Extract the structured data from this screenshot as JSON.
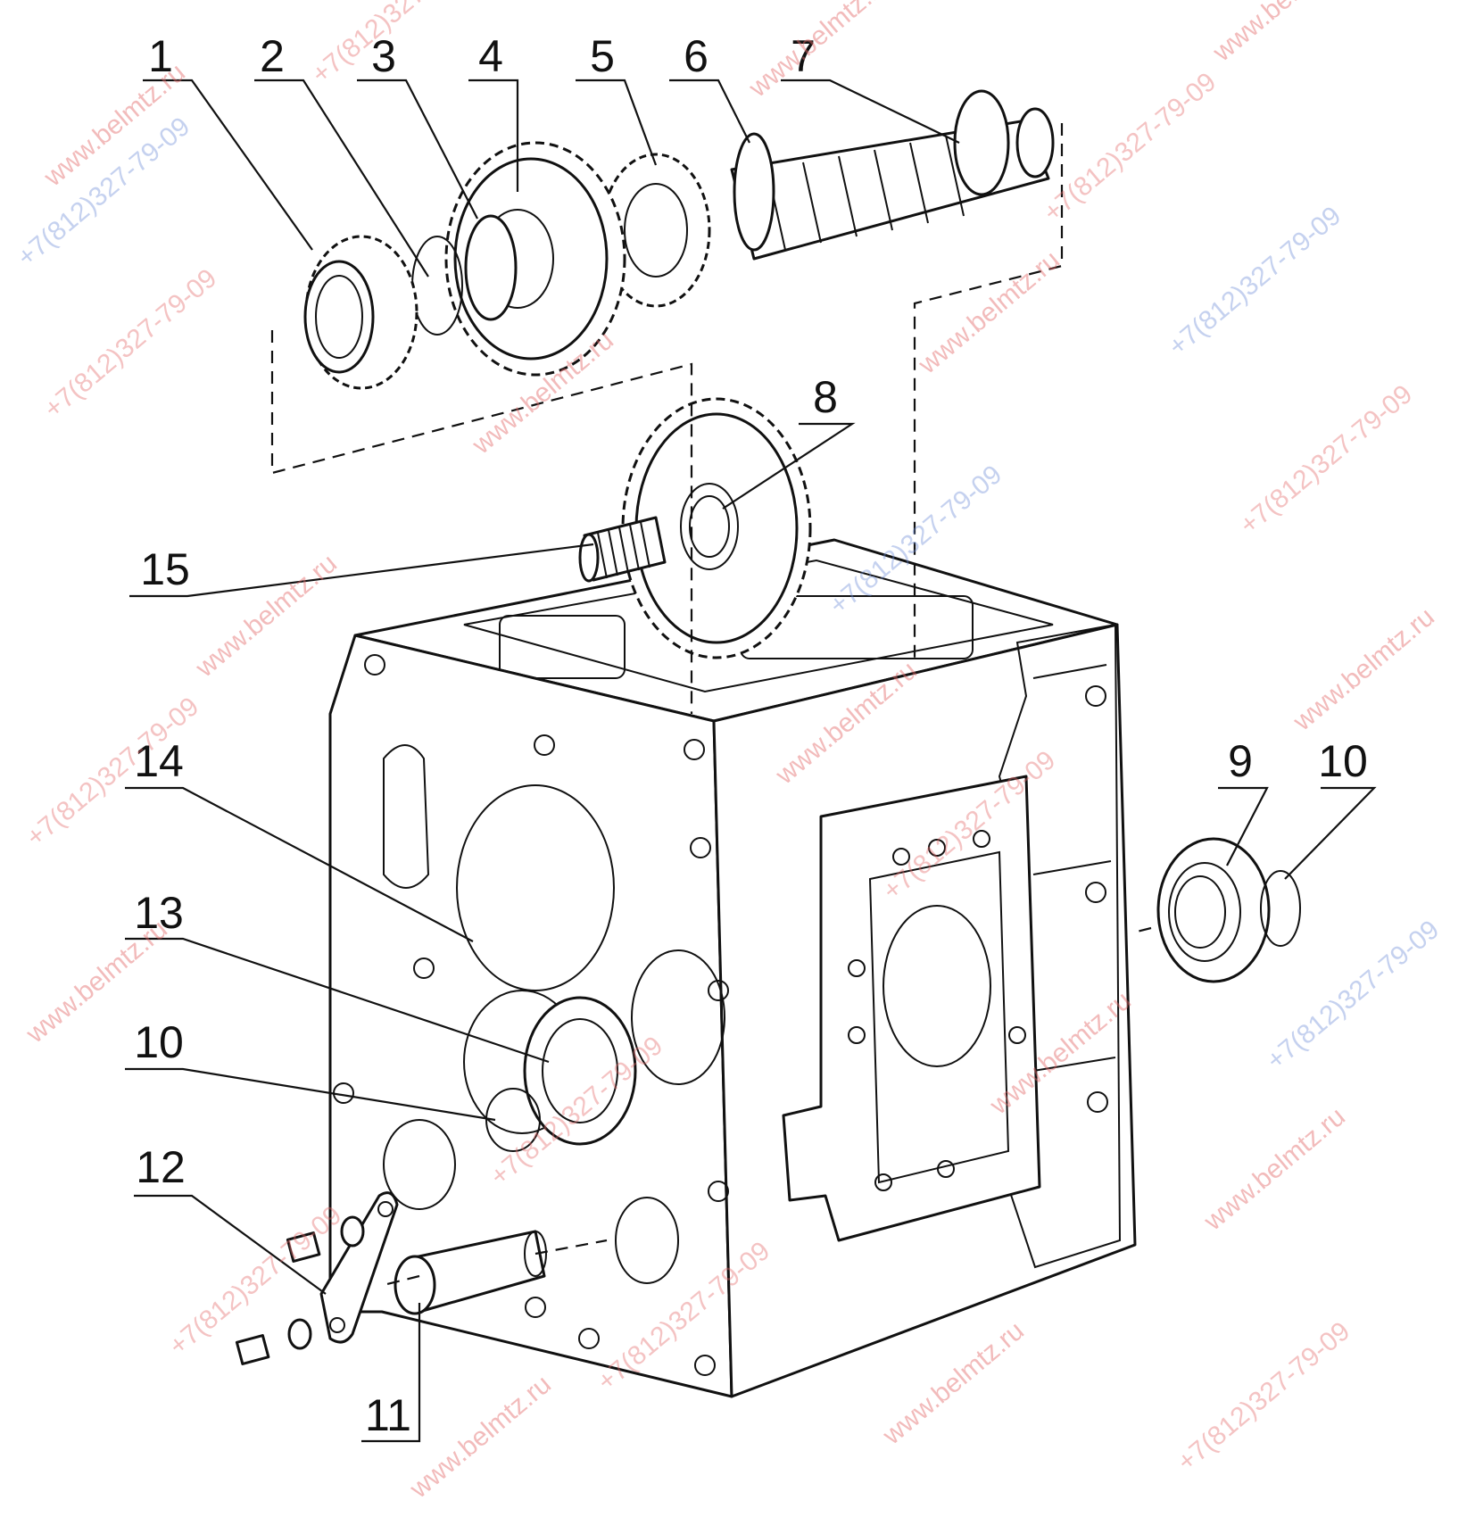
{
  "callouts": {
    "c1": "1",
    "c2": "2",
    "c3": "3",
    "c4": "4",
    "c5": "5",
    "c6": "6",
    "c7": "7",
    "c8": "8",
    "c9": "9",
    "c10a": "10",
    "c10b": "10",
    "c11": "11",
    "c12": "12",
    "c13": "13",
    "c14": "14",
    "c15": "15"
  },
  "watermark": {
    "site": "www.belmtz.ru",
    "phone": "+7(812)327-79-09"
  },
  "colors": {
    "line": "#111111",
    "watermark_red": "#e46a6a",
    "watermark_blue": "#6f8fd8",
    "background": "#ffffff"
  }
}
